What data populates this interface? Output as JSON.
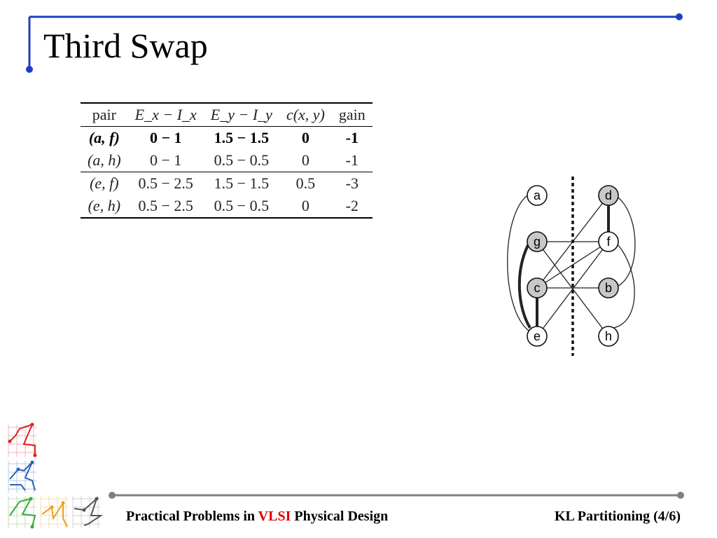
{
  "slide": {
    "title": "Third Swap"
  },
  "table": {
    "headers": [
      "pair",
      "E_x − I_x",
      "E_y − I_y",
      "c(x, y)",
      "gain"
    ],
    "rows": [
      [
        "(a, f)",
        "0 − 1",
        "1.5 − 1.5",
        "0",
        "-1"
      ],
      [
        "(a, h)",
        "0 − 1",
        "0.5 − 0.5",
        "0",
        "-1"
      ],
      [
        "(e, f)",
        "0.5 − 2.5",
        "1.5 − 1.5",
        "0.5",
        "-3"
      ],
      [
        "(e, h)",
        "0.5 − 2.5",
        "0.5 − 0.5",
        "0",
        "-2"
      ]
    ],
    "bold_row": 0
  },
  "graph": {
    "nodes": [
      {
        "id": "a",
        "label": "a",
        "shaded": false
      },
      {
        "id": "g",
        "label": "g",
        "shaded": true
      },
      {
        "id": "c",
        "label": "c",
        "shaded": true
      },
      {
        "id": "e",
        "label": "e",
        "shaded": false
      },
      {
        "id": "d",
        "label": "d",
        "shaded": true
      },
      {
        "id": "f",
        "label": "f",
        "shaded": false
      },
      {
        "id": "b",
        "label": "b",
        "shaded": true
      },
      {
        "id": "h",
        "label": "h",
        "shaded": false
      }
    ],
    "edges": [
      {
        "from": "d",
        "to": "f",
        "weight": "heavy"
      },
      {
        "from": "g",
        "to": "f",
        "weight": "normal"
      },
      {
        "from": "c",
        "to": "e",
        "weight": "heavy"
      },
      {
        "from": "g",
        "to": "e",
        "weight": "heavy"
      },
      {
        "from": "a",
        "to": "e",
        "weight": "normal"
      },
      {
        "from": "c",
        "to": "b",
        "weight": "normal"
      },
      {
        "from": "c",
        "to": "d",
        "weight": "normal"
      },
      {
        "from": "c",
        "to": "f",
        "weight": "normal"
      },
      {
        "from": "g",
        "to": "h",
        "weight": "normal"
      },
      {
        "from": "e",
        "to": "f",
        "weight": "normal"
      },
      {
        "from": "a",
        "to": "e",
        "weight": "normal"
      },
      {
        "from": "d",
        "to": "b",
        "weight": "normal"
      },
      {
        "from": "f",
        "to": "h",
        "weight": "normal"
      }
    ],
    "partition_line": "dashed"
  },
  "footer": {
    "left_prefix": "Practical Problems in ",
    "left_accent": "VLSI",
    "left_suffix": " Physical Design",
    "right": "KL Partitioning (4/6)"
  },
  "colors": {
    "frame": "#1f3fbf",
    "divider": "#7f7f7f",
    "accent": "#e00000",
    "node_shaded": "#c8c8c8"
  }
}
